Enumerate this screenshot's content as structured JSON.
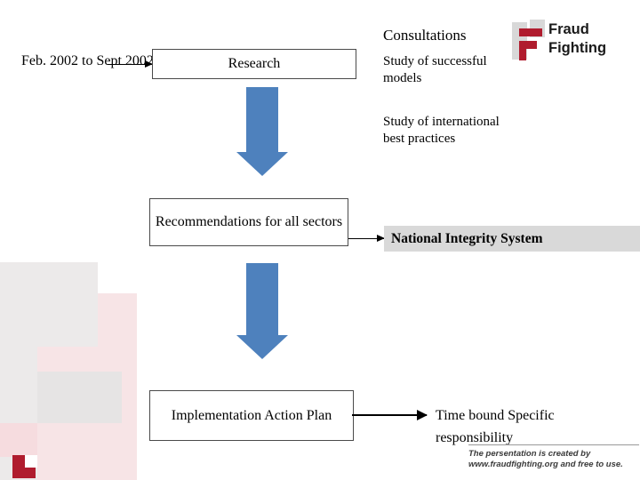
{
  "timeline": {
    "date_label": "Feb. 2002 to Sept 2002"
  },
  "boxes": {
    "research": "Research",
    "recommendations": "Recommendations for all sectors",
    "implementation": "Implementation Action Plan"
  },
  "right_column": {
    "consultations": "Consultations",
    "study_successful": "Study of successful models",
    "study_international": "Study of international best practices",
    "national_integrity_system": "National Integrity System",
    "time_bound": "Time bound Specific responsibility"
  },
  "logo": {
    "text": "Fraud Fighting",
    "mark_color": "#b01c2e",
    "block_color": "#d8d8d8"
  },
  "credit": {
    "line1": "The persentation is created by",
    "line2": "www.fraudfighting.org and free to use."
  },
  "colors": {
    "arrow_blue": "#4e81bd",
    "bar_gray": "#d9d9d9",
    "accent_red": "#b01c2e",
    "pink": "#f7e4e6"
  },
  "icons": {
    "arrow_right": "arrow-right-icon",
    "arrow_down": "arrow-down-icon"
  }
}
